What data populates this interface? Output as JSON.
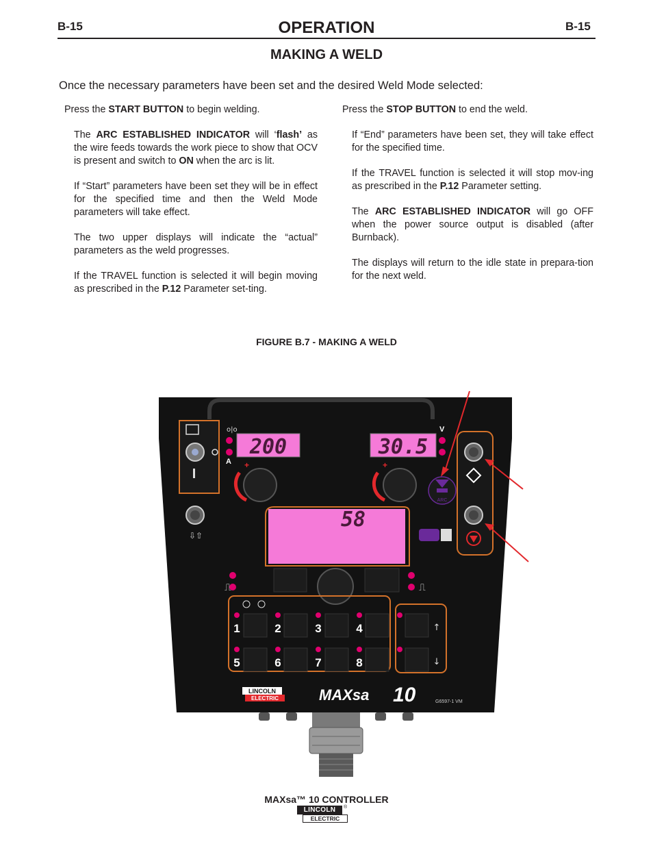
{
  "header": {
    "page_left": "B-15",
    "page_right": "B-15",
    "title": "OPERATION",
    "section_title": "MAKING A WELD",
    "intro": "Once the necessary parameters have been set and the desired Weld Mode selected:"
  },
  "left_column": {
    "lead_pre": "Press the ",
    "lead_bold": "START BUTTON",
    "lead_post": " to begin welding.",
    "p1_a": "The ",
    "p1_b": "ARC ESTABLISHED INDICATOR",
    "p1_c": " will ‘",
    "p1_d": "flash’",
    "p1_e": " as the wire feeds towards the work piece to show that OCV is present and switch to ",
    "p1_f": "ON",
    "p1_g": " when the arc is lit.",
    "p2": "If “Start” parameters have been set they will be in effect for the specified time and then the Weld Mode parameters will take effect.",
    "p3": "The two upper displays will indicate the “actual” parameters as the weld progresses.",
    "p4_a": "If the TRAVEL function is selected it will begin moving as prescribed in the ",
    "p4_b": "P.12",
    "p4_c": " Parameter set-ting."
  },
  "right_column": {
    "lead_pre": "Press the ",
    "lead_bold": "STOP BUTTON",
    "lead_post": " to end the weld.",
    "p1": "If “End” parameters have been set, they will take effect for the specified time.",
    "p2_a": "If the TRAVEL function is selected it will stop mov-ing as prescribed in the ",
    "p2_b": "P.12",
    "p2_c": " Parameter setting.",
    "p3_a": "The ",
    "p3_b": "ARC ESTABLISHED INDICATOR",
    "p3_c": " will go OFF when the power source output is disabled (after Burnback).",
    "p4": "The displays will return to the idle state in prepara-tion for the next weld."
  },
  "figure": {
    "caption": "FIGURE B.7 - MAKING A WELD",
    "display_left": "200",
    "display_right": "30.5",
    "display_center": "58",
    "label_a": "A",
    "label_v": "V",
    "label_arc": "ARC",
    "number_keys": [
      "1",
      "2",
      "3",
      "4",
      "5",
      "6",
      "7",
      "8"
    ],
    "brand_logo_top": "LINCOLN",
    "brand_logo_bottom": "ELECTRIC",
    "product_name": "MAXsa",
    "product_number": "10",
    "part_code": "G6597-1 VM",
    "colors": {
      "display_pink": "#f57ad8",
      "panel_black": "#121212",
      "accent_orange": "#d4722a",
      "led_magenta": "#e0006e",
      "arrow_red": "#e2282c",
      "arc_purple": "#6a2a9a"
    }
  },
  "footer": {
    "product": "MAXsa™ 10 CONTROLLER",
    "logo_top": "LINCOLN",
    "logo_bottom": "ELECTRIC",
    "logo_reg": "®"
  }
}
